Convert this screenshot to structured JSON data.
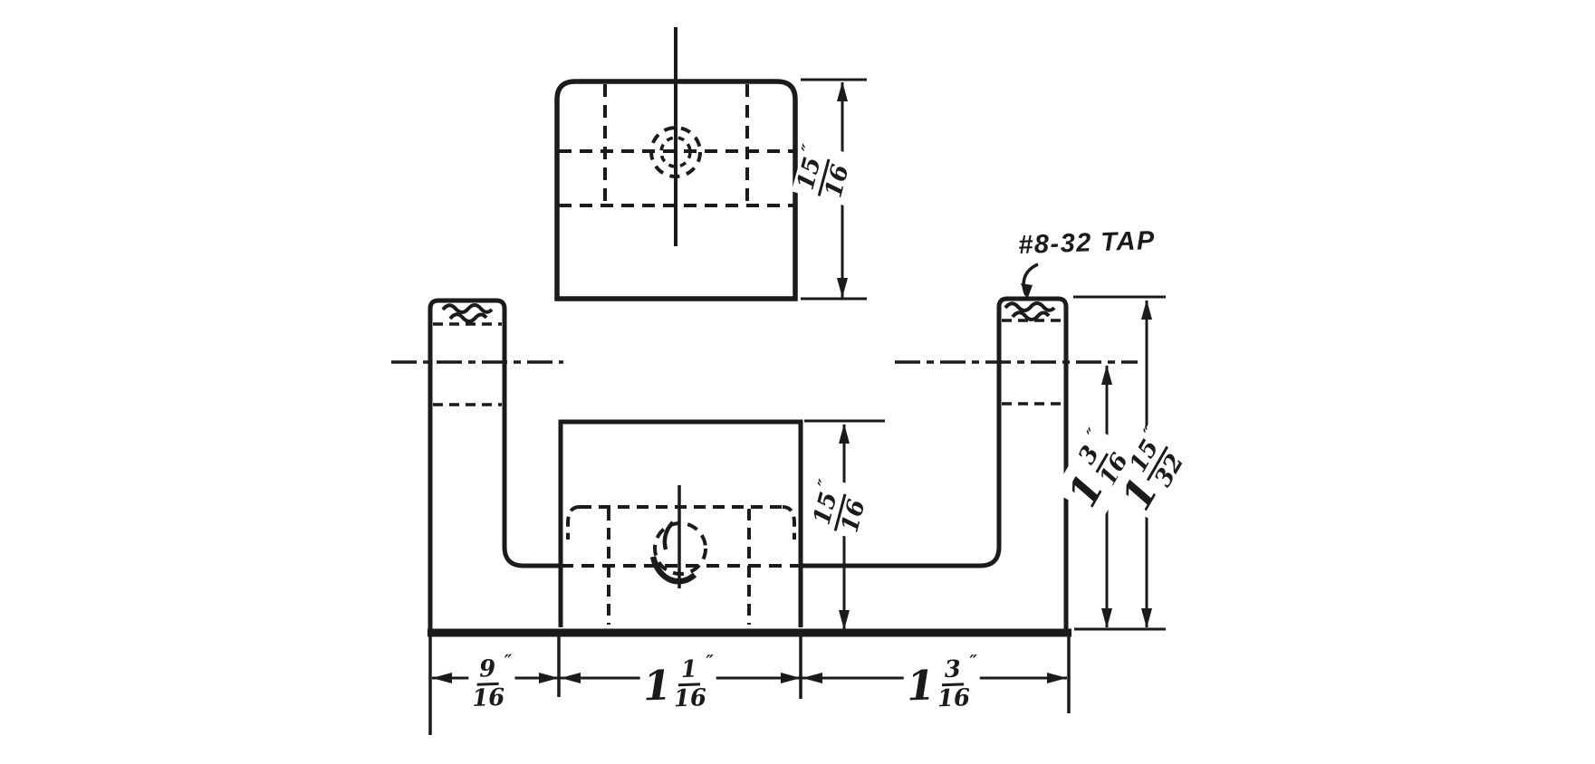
{
  "colors": {
    "ink": "#1b1b1b",
    "paper": "#ffffff"
  },
  "note": {
    "tap_label": "#8-32 TAP"
  },
  "dimensions": {
    "top_view_height": {
      "num": "15",
      "den": "16",
      "unit": "″"
    },
    "block_height": {
      "num": "15",
      "den": "16",
      "unit": "″"
    },
    "center_to_base": {
      "whole": "1",
      "num": "3",
      "den": "16",
      "unit": "″"
    },
    "overall_height": {
      "whole": "1",
      "num": "15",
      "den": "32",
      "unit": "″"
    },
    "left_leg_width": {
      "num": "9",
      "den": "16",
      "unit": "″"
    },
    "block_width": {
      "whole": "1",
      "num": "1",
      "den": "16",
      "unit": "″"
    },
    "right_span_width": {
      "whole": "1",
      "num": "3",
      "den": "16",
      "unit": "″"
    }
  }
}
